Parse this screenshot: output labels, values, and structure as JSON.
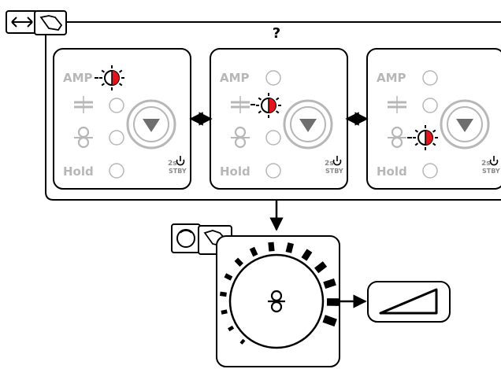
{
  "header": {
    "question": "?",
    "toggle_icon": "left-right-arrows-icon",
    "press_icon": "hand-press-icon"
  },
  "panels": [
    {
      "amp_label": "AMP",
      "hold_label": "Hold",
      "standby_time": "2s",
      "standby_label": "STBY",
      "active_led": "amp"
    },
    {
      "amp_label": "AMP",
      "hold_label": "Hold",
      "standby_time": "2s",
      "standby_label": "STBY",
      "active_led": "thickness"
    },
    {
      "amp_label": "AMP",
      "hold_label": "Hold",
      "standby_time": "2s",
      "standby_label": "STBY",
      "active_led": "wire"
    }
  ],
  "rotary": {
    "rotate_icon": "rotary-knob-icon",
    "press_icon": "hand-turn-icon",
    "center_icon": "wire-feed-symbol-icon",
    "result_icon": "ramp-triangle-icon"
  },
  "colors": {
    "led_active": "#e3141b",
    "inactive": "#b7b7b7",
    "outline": "#000000"
  }
}
